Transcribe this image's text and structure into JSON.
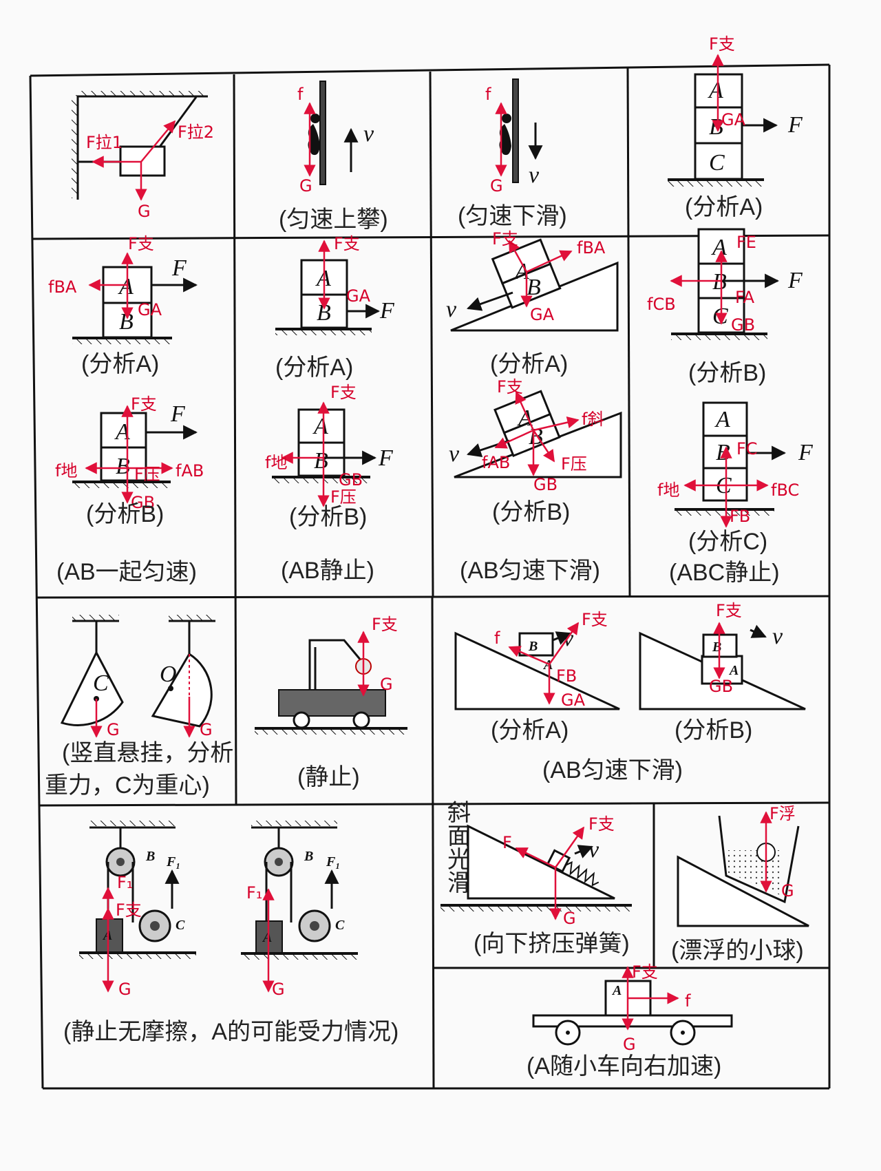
{
  "colors": {
    "force_arrows": "#e0103a",
    "lines": "#111111",
    "background": "#fafafa"
  },
  "cells": {
    "c1": {
      "red": {
        "f1": "F拉1",
        "f2": "F拉2",
        "g": "G"
      }
    },
    "c2": {
      "caption": "(匀速上攀)",
      "v": "v",
      "red": {
        "f": "f",
        "g": "G"
      }
    },
    "c3": {
      "caption": "(匀速下滑)",
      "v": "v",
      "red": {
        "f": "f",
        "g": "G"
      }
    },
    "c4": {
      "caption": "(分析A)",
      "blocks": [
        "A",
        "B",
        "C"
      ],
      "force": "F",
      "red": {
        "n": "F支",
        "fa": "GA"
      }
    },
    "c5": {
      "caption_top": "(分析A)",
      "caption_bot": "(分析B)",
      "caption_group": "(AB一起匀速)",
      "blocks": [
        "A",
        "B"
      ],
      "force": "F",
      "red": {
        "n1": "F支",
        "fba": "fBA",
        "ga": "GA",
        "n2": "F支",
        "fdi": "f地",
        "fy": "F压",
        "fab": "fAB",
        "gb": "GB"
      }
    },
    "c6": {
      "caption_top": "(分析A)",
      "caption_bot": "(分析B)",
      "caption_group": "(AB静止)",
      "blocks": [
        "A",
        "B"
      ],
      "force": "F",
      "red": {
        "n1": "F支",
        "ga": "GA",
        "n2": "F支",
        "fdi": "f地",
        "gb": "GB",
        "fy": "F压"
      }
    },
    "c7": {
      "caption_top": "(分析A)",
      "caption_bot": "(分析B)",
      "caption_group": "(AB匀速下滑)",
      "blocks": [
        "A",
        "B"
      ],
      "v": "v",
      "red": {
        "n1": "F支",
        "fba": "fBA",
        "ga": "GA",
        "n2": "F支",
        "fxie": "f斜",
        "fab": "fAB",
        "fy": "F压",
        "gb": "GB"
      }
    },
    "c8": {
      "caption_top": "(分析B)",
      "caption_bot": "(分析C)",
      "caption_group": "(ABC静止)",
      "blocks": [
        "A",
        "B",
        "C"
      ],
      "force": "F",
      "red": {
        "fe": "FE",
        "fcb": "fCB",
        "fa": "FA",
        "gb": "GB",
        "fc": "FC",
        "fdi": "f地",
        "fbc": "fBC",
        "fb": "FB"
      }
    },
    "c9": {
      "caption": "(竖直悬挂，分析重力，C为重心)",
      "line1": "(竖直悬挂，分析",
      "line2": "重力，C为重心)",
      "label_c": "C",
      "label_o": "O",
      "red": {
        "g": "G"
      }
    },
    "c10": {
      "caption": "(静止)",
      "red": {
        "n": "F支",
        "g": "G"
      }
    },
    "c11": {
      "caption_a": "(分析A)",
      "caption_b": "(分析B)",
      "caption_group": "(AB匀速下滑)",
      "blocks": [
        "B",
        "A"
      ],
      "v": "v",
      "red": {
        "f": "f",
        "n": "F支",
        "fb": "FB",
        "ga": "GA",
        "n2": "F支",
        "gb": "GB"
      }
    },
    "c12": {
      "caption": "(静止无摩擦，A的可能受力情况)",
      "labels": [
        "B",
        "F₁",
        "C",
        "A"
      ],
      "red": {
        "f1": "F₁",
        "n": "F支",
        "g": "G"
      }
    },
    "c13": {
      "side_text": [
        "斜",
        "面",
        "光",
        "滑"
      ],
      "caption": "(向下挤压弹簧)",
      "v": "v",
      "red": {
        "f": "F",
        "n": "F支",
        "g": "G"
      }
    },
    "c14": {
      "caption": "(漂浮的小球)",
      "red": {
        "fu": "F浮",
        "g": "G"
      }
    },
    "c15": {
      "caption": "(A随小车向右加速)",
      "block": "A",
      "red": {
        "n": "F支",
        "f": "f",
        "g": "G"
      }
    }
  }
}
